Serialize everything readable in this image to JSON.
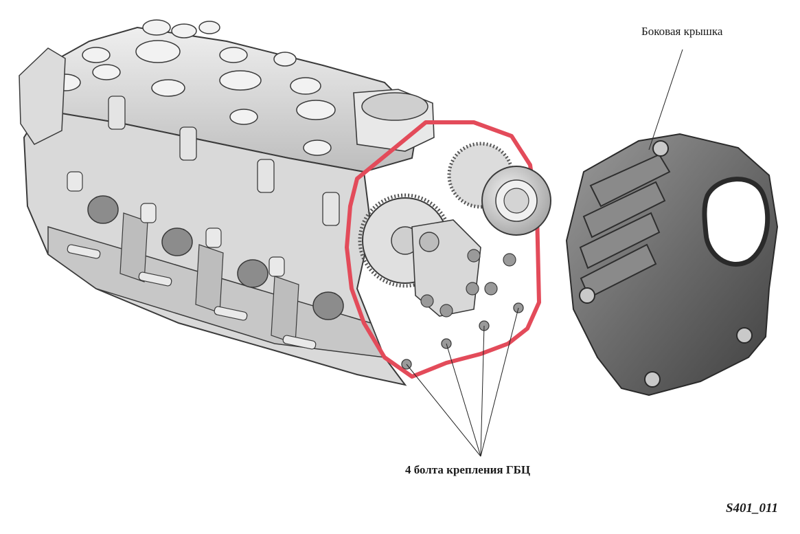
{
  "labels": {
    "side_cover": "Боковая крышка",
    "head_bolts": "4 болта крепления ГБЦ"
  },
  "figure_id": "S401_011",
  "colors": {
    "gasket": "#e34b5a",
    "metal_light": "#e6e6e6",
    "metal_mid": "#b8b8b8",
    "metal_dark": "#5e5e5e",
    "outline": "#3a3a3a"
  }
}
